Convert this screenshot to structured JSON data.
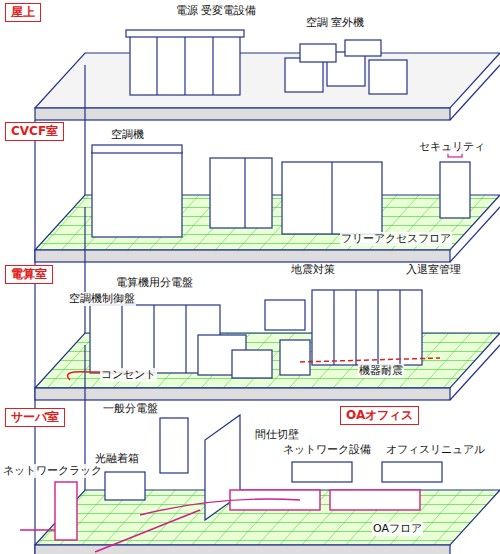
{
  "diagram": {
    "nodes": [
      {
        "text": [
          "屋上"
        ]
      },
      {
        "text": [
          "CVCF室"
        ]
      },
      {
        "text": [
          "電算室"
        ]
      },
      {
        "text": [
          "サーバ室"
        ]
      },
      {
        "text": [
          "OAオフィス"
        ]
      }
    ],
    "labels": [
      "電源 受変電設備",
      "空調 室外機",
      "空調機",
      "セキュリティ",
      "フリーアクセスフロア",
      "電算機用分電盤",
      "地震対策",
      "入退室管理",
      "空調機制御盤",
      "コンセント",
      "機器耐震",
      "一般分電盤",
      "間仕切壁",
      "ネットワーク設備",
      "オフィスリニュアル",
      "光融着箱",
      "ネットワークラック",
      "OAフロア"
    ]
  }
}
